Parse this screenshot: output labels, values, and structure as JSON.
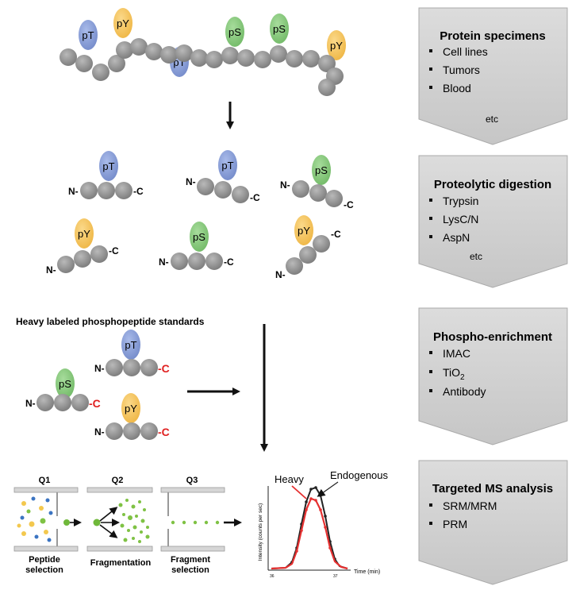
{
  "top_chain": {
    "labels": [
      "pT",
      "pY",
      "pT",
      "pS",
      "pS",
      "pY"
    ]
  },
  "peptides": [
    {
      "label": "pT",
      "n": "N-",
      "c": "-C"
    },
    {
      "label": "pT",
      "n": "N-",
      "c": "-C"
    },
    {
      "label": "pS",
      "n": "N-",
      "c": "-C"
    },
    {
      "label": "pY",
      "n": "N-",
      "c": "-C"
    },
    {
      "label": "pS",
      "n": "N-",
      "c": "-C"
    },
    {
      "label": "pY",
      "n": "N-",
      "c": "-C"
    }
  ],
  "heavy": {
    "title": "Heavy labeled phosphopeptide standards",
    "peptides": [
      {
        "label": "pT",
        "n": "N-",
        "c": "-C"
      },
      {
        "label": "pS",
        "n": "N-",
        "c": "-C"
      },
      {
        "label": "pY",
        "n": "N-",
        "c": "-C"
      }
    ]
  },
  "ms": {
    "quads": [
      "Q1",
      "Q2",
      "Q3"
    ],
    "captions": [
      "Peptide\nselection",
      "Fragmentation",
      "Fragment\nselection"
    ],
    "caption_lines": [
      [
        "Peptide",
        "selection"
      ],
      [
        "Fragmentation"
      ],
      [
        "Fragment",
        "selection"
      ]
    ]
  },
  "chromatogram": {
    "heavy_label": "Heavy",
    "endogenous_label": "Endogenous",
    "ylabel": "Intensity (counts per sec)",
    "xlabel": "Time (min)",
    "x_ticks": [
      "36",
      "37"
    ]
  },
  "steps": [
    {
      "title": "Protein specimens",
      "items": [
        "Cell lines",
        "Tumors",
        "Blood"
      ],
      "note": "etc"
    },
    {
      "title": "Proteolytic digestion",
      "items": [
        "Trypsin",
        "LysC/N",
        "AspN"
      ],
      "note": "etc"
    },
    {
      "title": "Phospho-enrichment",
      "items": [
        "IMAC",
        "TiO",
        "Antibody"
      ],
      "subscript": "2",
      "note": ""
    },
    {
      "title": "Targeted MS analysis",
      "items": [
        "SRM/MRM",
        "PRM"
      ],
      "note": ""
    }
  ],
  "colors": {
    "bead": "#8e8e8e",
    "pT": "#8ea3d8",
    "pY": "#f7c86a",
    "pS": "#8fce83",
    "heavy_c": "#e02020",
    "box": "#d0d0d0",
    "heavy_trace": "#e53030",
    "endo_trace": "#222222"
  }
}
